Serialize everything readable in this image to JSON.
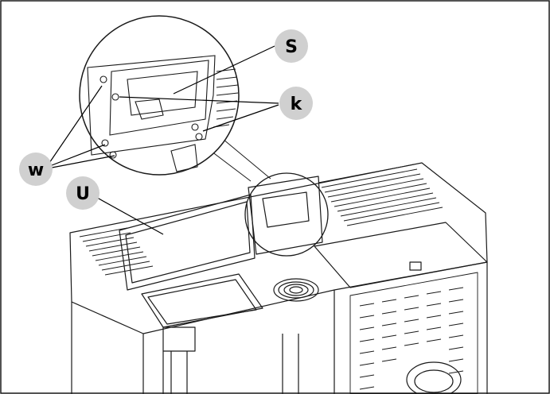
{
  "figure": {
    "callouts": [
      {
        "id": "S",
        "text": "S"
      },
      {
        "id": "k",
        "text": "k"
      },
      {
        "id": "w",
        "text": "w"
      },
      {
        "id": "U",
        "text": "U"
      }
    ],
    "colors": {
      "line": "#1a1a1a",
      "callout_fill": "#d0d0d0",
      "background": "#ffffff"
    }
  }
}
